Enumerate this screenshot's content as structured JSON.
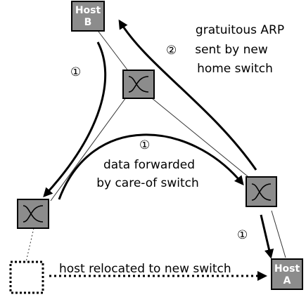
{
  "hosts": {
    "b": {
      "line1": "Host",
      "line2": "B"
    },
    "a": {
      "line1": "Host",
      "line2": "A"
    }
  },
  "labels": {
    "arp_line1": "gratuitous ARP",
    "arp_line2": "sent by new",
    "arp_line3": "home switch",
    "data_line1": "data forwarded",
    "data_line2": "by care-of switch",
    "relocated": "host relocated to new switch"
  },
  "steps": {
    "left": "①",
    "middle": "①",
    "right": "①",
    "arp": "②"
  },
  "colors": {
    "node_fill": "#8c8c8c",
    "stroke": "#000000",
    "background": "#ffffff"
  },
  "icons": {
    "switch": "crossed-switch-icon"
  }
}
